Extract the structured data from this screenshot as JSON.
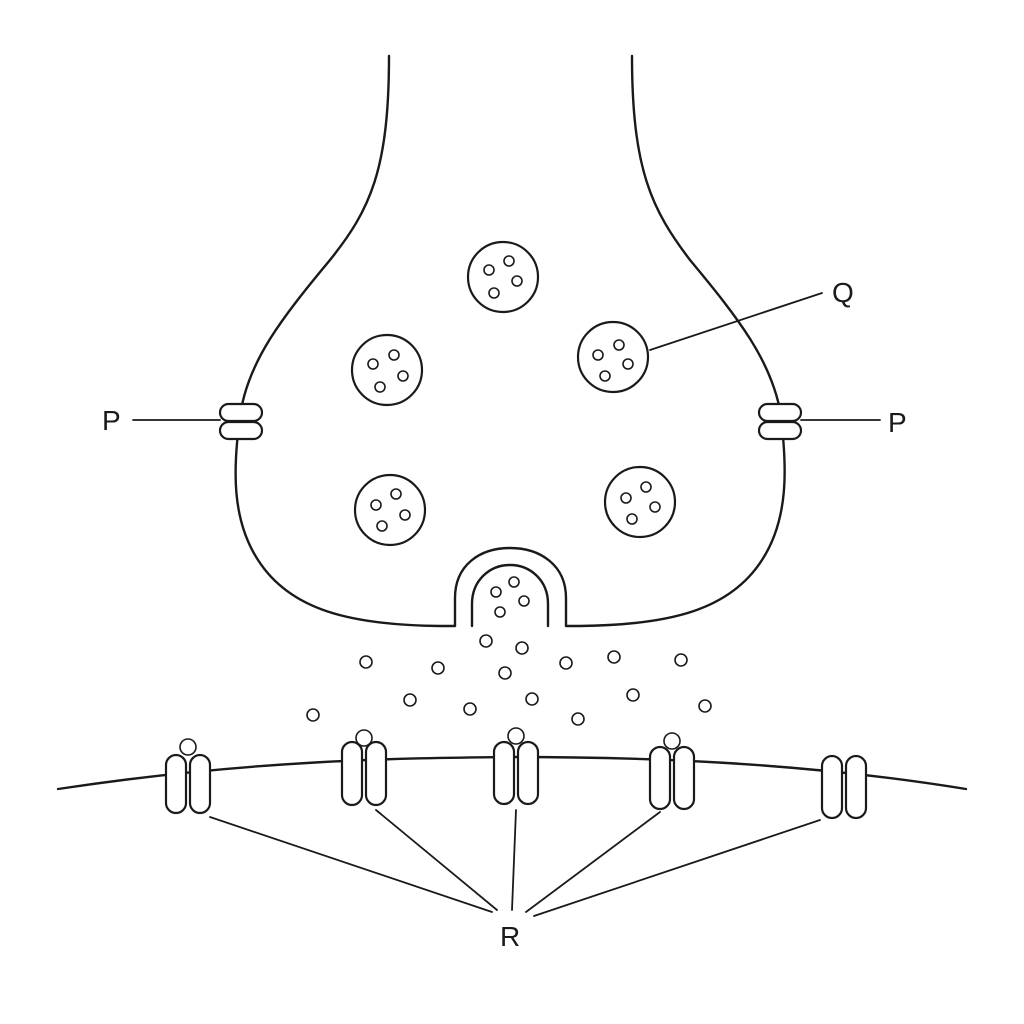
{
  "labels": {
    "p_left": "P",
    "p_right": "P",
    "q": "Q",
    "r": "R"
  }
}
